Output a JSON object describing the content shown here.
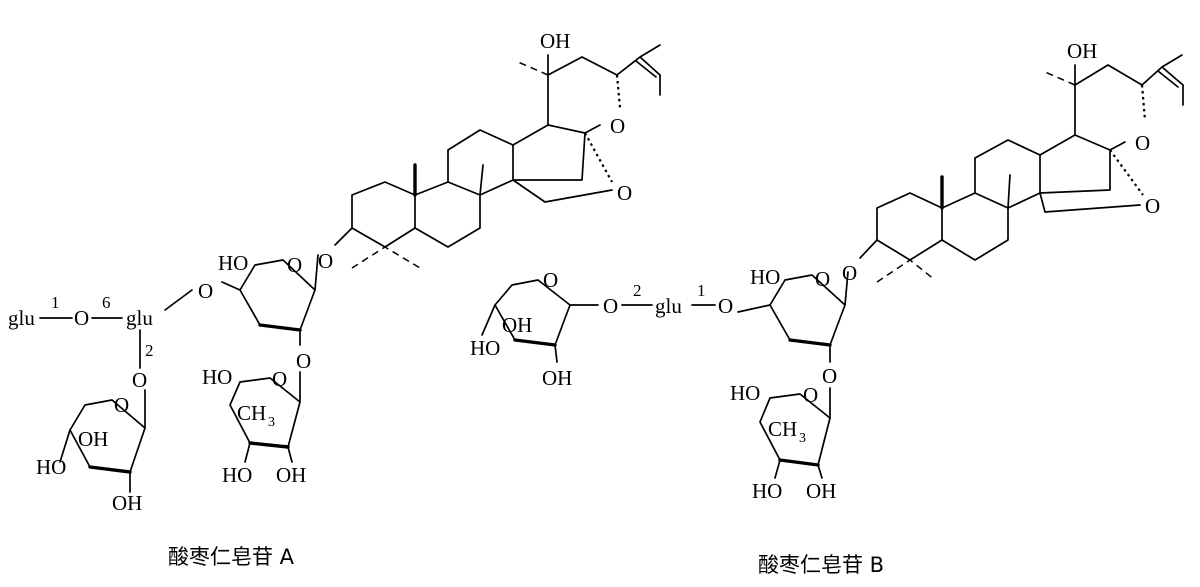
{
  "atoms": {
    "oh": "OH",
    "ho": "HO",
    "o": "O",
    "ch": "CH",
    "three": "3",
    "glu": "glu"
  },
  "linkage": {
    "one": "1",
    "two": "2",
    "six": "6"
  },
  "captions": {
    "a": "酸枣仁皂苷 A",
    "b": "酸枣仁皂苷 B"
  }
}
